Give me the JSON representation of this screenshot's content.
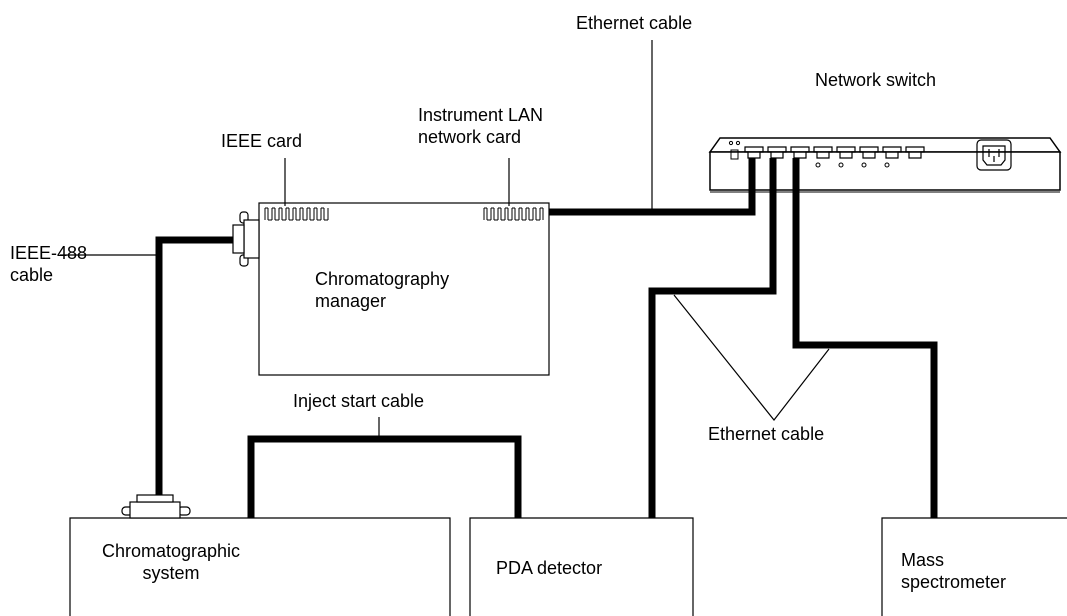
{
  "labels": {
    "ethernet_cable_top": "Ethernet cable",
    "network_switch": "Network switch",
    "instrument_lan_card": "Instrument LAN\nnetwork card",
    "ieee_card": "IEEE card",
    "ieee_488_cable": "IEEE-488\ncable",
    "chromatography_manager": "Chromatography\nmanager",
    "inject_start_cable": "Inject start cable",
    "ethernet_cable_bottom": "Ethernet cable",
    "chromatographic_system": "Chromatographic\nsystem",
    "pda_detector": "PDA detector",
    "mass_spectrometer": "Mass\nspectrometer"
  }
}
